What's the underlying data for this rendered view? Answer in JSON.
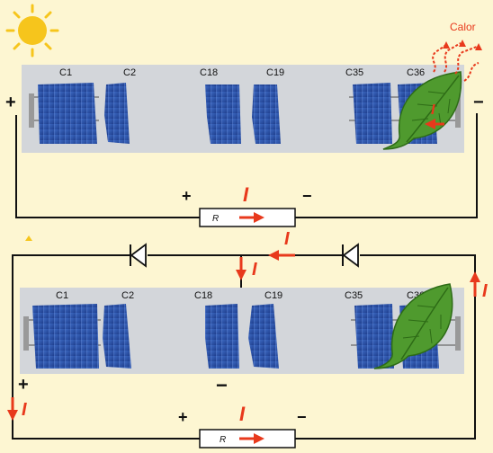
{
  "heat_label": "Calor",
  "colors": {
    "background": "#fdf6d2",
    "panel": "#d3d6da",
    "cell": "#2d52a8",
    "wire": "#111111",
    "current": "#e8391c",
    "leaf": "#4f9a2e",
    "sun": "#f6c51c"
  },
  "top_circuit": {
    "cells": [
      "C1",
      "C2",
      "C18",
      "C19",
      "C35",
      "C36"
    ],
    "plus_left": "+",
    "minus_right": "−",
    "load_plus": "+",
    "load_minus": "−",
    "load_label": "R",
    "current_label": "I"
  },
  "bottom_circuit": {
    "cells": [
      "C1",
      "C2",
      "C18",
      "C19",
      "C35",
      "C36"
    ],
    "plus_left": "+",
    "minus_mid": "−",
    "load_plus": "+",
    "load_minus": "−",
    "load_label": "R",
    "current_label": "I"
  },
  "icons": [
    "sun-icon",
    "leaf-icon",
    "diode-icon",
    "arrow-icon"
  ]
}
